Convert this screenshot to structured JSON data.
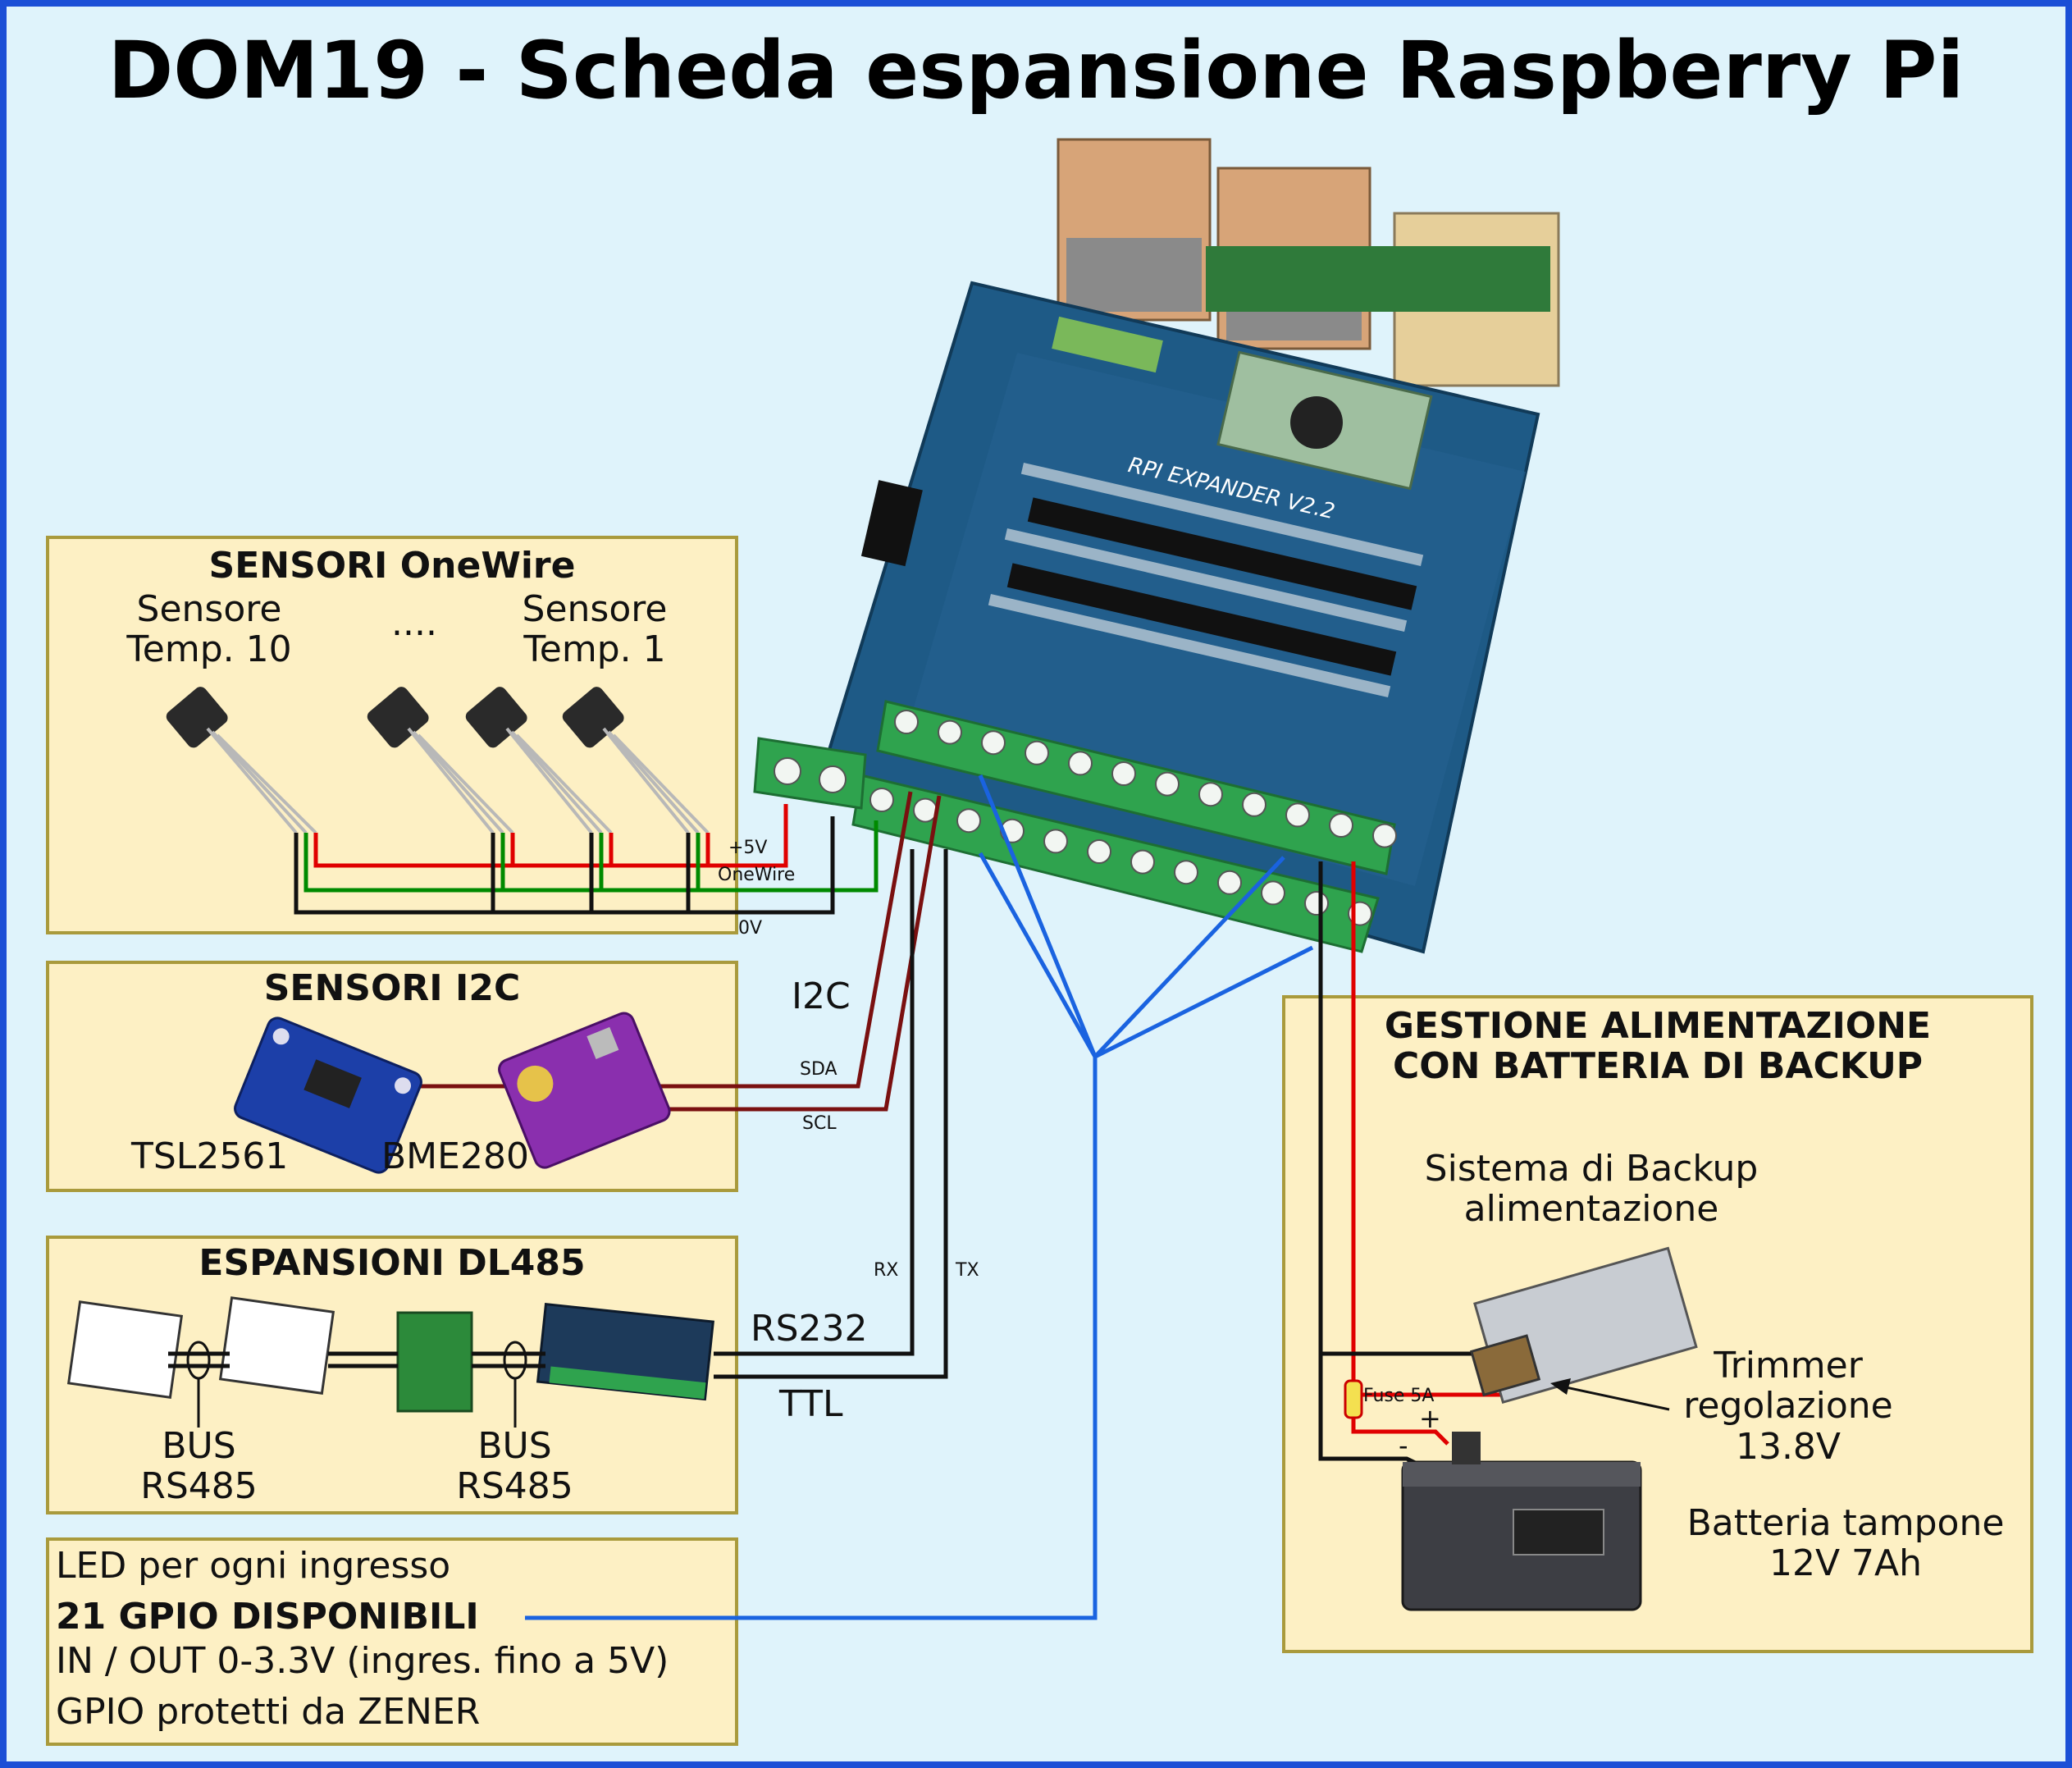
{
  "title": "DOM19 - Scheda espansione Raspberry Pi",
  "board": {
    "silkscreen": "RPI EXPANDER V2.2"
  },
  "onewire": {
    "heading": "SENSORI OneWire",
    "sensor_left": [
      "Sensore",
      "Temp. 10"
    ],
    "ellipsis": "....",
    "sensor_right": [
      "Sensore",
      "Temp. 1"
    ],
    "line_5v": "+5V",
    "line_data": "OneWire",
    "line_gnd": "0V"
  },
  "i2c": {
    "heading": "SENSORI I2C",
    "sensor1": "TSL2561",
    "sensor2": "BME280",
    "bus_label": "I2C",
    "sda": "SDA",
    "scl": "SCL"
  },
  "dl485": {
    "heading": "ESPANSIONI DL485",
    "bus1": [
      "BUS",
      "RS485"
    ],
    "bus2": [
      "BUS",
      "RS485"
    ],
    "rx": "RX",
    "tx": "TX",
    "rs232": "RS232",
    "ttl": "TTL"
  },
  "gpio": {
    "line1": "LED per ogni ingresso",
    "line2": "21 GPIO DISPONIBILI",
    "line3": "IN / OUT 0-3.3V (ingres. fino a 5V)",
    "line4": "GPIO protetti da ZENER"
  },
  "power": {
    "heading": [
      "GESTIONE ALIMENTAZIONE",
      "CON BATTERIA DI BACKUP"
    ],
    "backup": [
      "Sistema di Backup",
      "alimentazione"
    ],
    "fuse": "Fuse 5A",
    "plus": "+",
    "minus": "-",
    "trimmer": [
      "Trimmer",
      "regolazione",
      "13.8V"
    ],
    "battery": [
      "Batteria tampone",
      "12V 7Ah"
    ]
  },
  "colors": {
    "background": "#dff3fb",
    "frame": "#1b4fd6",
    "panel": "#fdf0c4",
    "wire_5v": "#e00000",
    "wire_onewire": "#008a00",
    "wire_i2c": "#7a1010",
    "wire_gpio": "#1a63e0",
    "pcb": "#1e5a86",
    "terminal": "#2fa34e"
  }
}
